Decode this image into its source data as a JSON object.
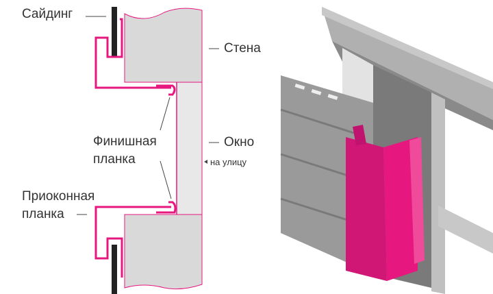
{
  "labels": {
    "siding": "Сайдинг",
    "wall": "Стена",
    "finish_strip": "Финишная\nпланка",
    "finish_strip_line1": "Финишная",
    "finish_strip_line2": "планка",
    "window": "Окно",
    "outside": "на улицу",
    "window_strip_line1": "Приоконная",
    "window_strip_line2": "планка"
  },
  "colors": {
    "accent": "#e6187f",
    "wall": "#d9d9d9",
    "siding": "#8c8c8c"
  }
}
